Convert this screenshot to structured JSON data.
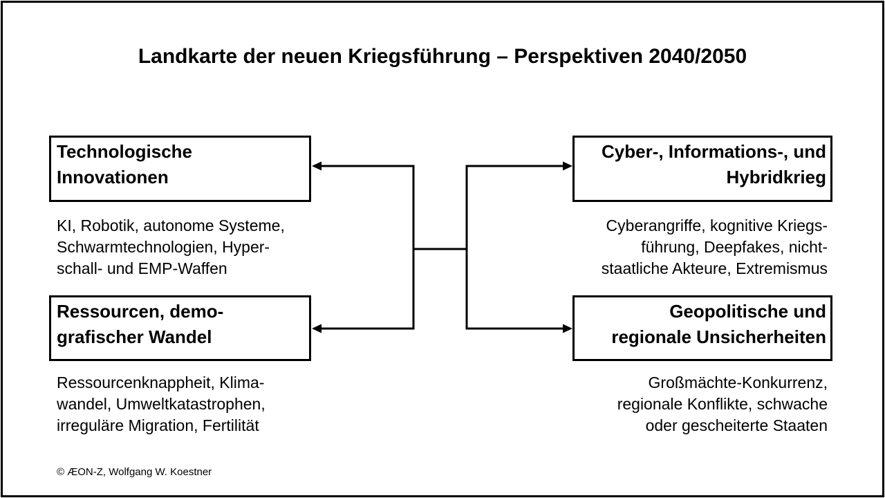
{
  "page": {
    "title": "Landkarte der neuen Kriegsführung – Perspektiven 2040/2050",
    "footer": "© ÆON-Z, Wolfgang W. Koestner"
  },
  "colors": {
    "ink": "#000000",
    "background": "#ffffff"
  },
  "nodes": {
    "left_top": {
      "title": "Technologische\nInnovationen",
      "caption": "KI, Robotik, autonome Systeme,\nSchwarmtechnologien, Hyper-\nschall- und EMP-Waffen"
    },
    "left_bottom": {
      "title": "Ressourcen, demo-\ngrafischer Wandel",
      "caption": "Ressourcenknappheit, Klima-\nwandel, Umweltkatastrophen,\nirreguläre Migration, Fertilität"
    },
    "right_top": {
      "title": "Cyber-, Informations-, und\nHybridkrieg",
      "caption": "Cyberangriffe, kognitive Kriegs-\nführung, Deepfakes, nicht-\nstaatliche Akteure, Extremismus"
    },
    "right_bottom": {
      "title": "Geopolitische und\nregionale Unsicherheiten",
      "caption": "Großmächte-Konkurrenz,\nregionale Konflikte, schwache\noder gescheiterte Staaten"
    }
  }
}
